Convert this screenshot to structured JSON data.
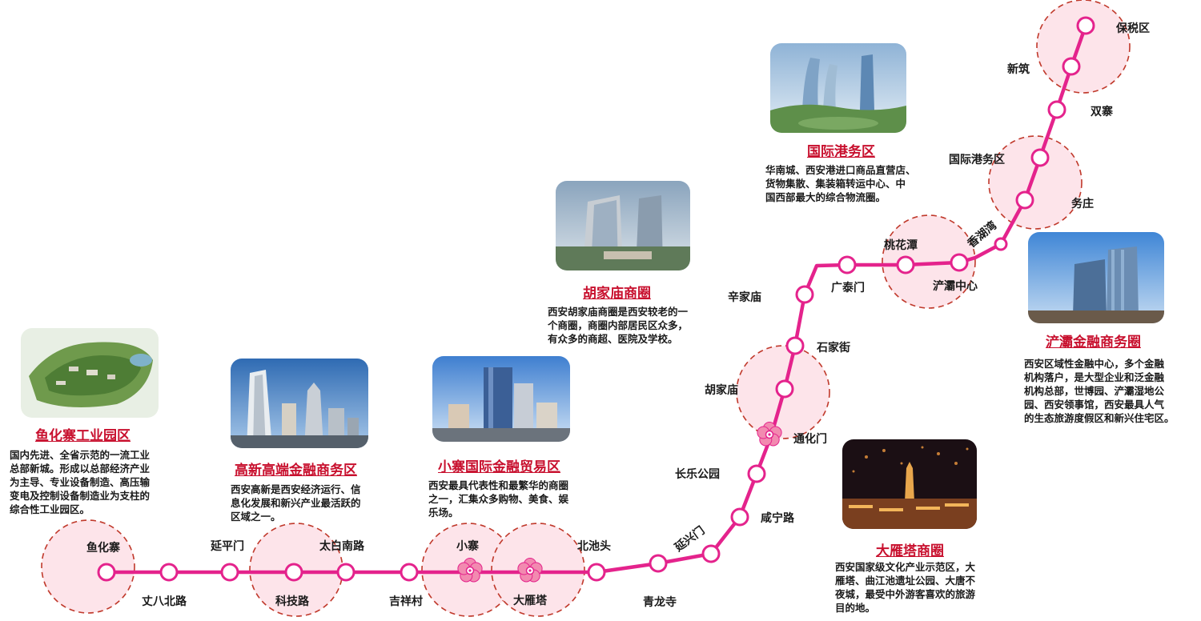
{
  "colors": {
    "line": "#e4238c",
    "station_fill": "#ffffff",
    "circle_fill": "#fde4ea",
    "circle_border": "#c0392b",
    "title_red": "#c8102e",
    "text": "#1a1a1a",
    "flower": "#f28ab0"
  },
  "stations": [
    {
      "id": "yuhuazhai",
      "name": "鱼化寨",
      "icon": "station-dot"
    },
    {
      "id": "zhangbabeilu",
      "name": "丈八北路",
      "icon": "station-dot"
    },
    {
      "id": "yanpingmen",
      "name": "延平门",
      "icon": "station-dot"
    },
    {
      "id": "kejilu",
      "name": "科技路",
      "icon": "station-dot"
    },
    {
      "id": "taibainanlu",
      "name": "太白南路",
      "icon": "station-dot"
    },
    {
      "id": "jixiangcun",
      "name": "吉祥村",
      "icon": "station-dot"
    },
    {
      "id": "xiaozhai",
      "name": "小寨",
      "icon": "transfer-flower-icon"
    },
    {
      "id": "dayanta",
      "name": "大雁塔",
      "icon": "transfer-flower-icon"
    },
    {
      "id": "beichitou",
      "name": "北池头",
      "icon": "station-dot"
    },
    {
      "id": "qinglongsi",
      "name": "青龙寺",
      "icon": "station-dot"
    },
    {
      "id": "yanxingmen",
      "name": "延兴门",
      "icon": "station-dot"
    },
    {
      "id": "xianninglu",
      "name": "咸宁路",
      "icon": "station-dot"
    },
    {
      "id": "changlegongyuan",
      "name": "长乐公园",
      "icon": "station-dot"
    },
    {
      "id": "tonghuamen",
      "name": "通化门",
      "icon": "transfer-flower-icon"
    },
    {
      "id": "hujiamiao",
      "name": "胡家庙",
      "icon": "station-dot"
    },
    {
      "id": "shijiajie",
      "name": "石家街",
      "icon": "station-dot"
    },
    {
      "id": "xinjiamiao",
      "name": "辛家庙",
      "icon": "station-dot"
    },
    {
      "id": "guangtaimen",
      "name": "广泰门",
      "icon": "station-dot"
    },
    {
      "id": "taohuatan",
      "name": "桃花潭",
      "icon": "station-dot"
    },
    {
      "id": "chanbazhongxin",
      "name": "浐灞中心",
      "icon": "station-dot"
    },
    {
      "id": "xianghuwan",
      "name": "香湖湾",
      "icon": "station-dot"
    },
    {
      "id": "wuzhuang",
      "name": "务庄",
      "icon": "station-dot"
    },
    {
      "id": "guojigangwuqu",
      "name": "国际港务区",
      "icon": "station-dot"
    },
    {
      "id": "shuangzhai",
      "name": "双寨",
      "icon": "station-dot"
    },
    {
      "id": "xinzhu",
      "name": "新筑",
      "icon": "station-dot"
    },
    {
      "id": "baoshuiqu",
      "name": "保税区",
      "icon": "station-dot"
    }
  ],
  "areas": [
    {
      "id": "yuhuazhai-park",
      "title": "鱼化寨工业园区",
      "desc": [
        "国内先进、全省示范的一流工业",
        "总部新城。形成以总部经济产业",
        "为主导、专业设备制造、高压输",
        "变电及控制设备制造业为支柱的",
        "综合性工业园区。"
      ],
      "photo": "industrial-park-aerial-photo"
    },
    {
      "id": "gaoxin",
      "title": "高新高端金融商务区",
      "desc": [
        "西安高新是西安经济运行、信",
        "息化发展和新兴产业最活跃的",
        "区域之一。"
      ],
      "photo": "high-tech-towers-photo"
    },
    {
      "id": "xiaozhai-trade",
      "title": "小寨国际金融贸易区",
      "desc": [
        "西安最具代表性和最繁华的商圈",
        "之一，汇集众多购物、美食、娱",
        "乐场。"
      ],
      "photo": "xiaozhai-towers-photo"
    },
    {
      "id": "hujiamiao-circle",
      "title": "胡家庙商圈",
      "desc": [
        "西安胡家庙商圈是西安较老的一",
        "个商圈，商圈内部居民区众多，",
        "有众多的商超、医院及学校。"
      ],
      "photo": "hujiamiao-building-photo"
    },
    {
      "id": "port",
      "title": "国际港务区",
      "desc": [
        "华南城、西安港进口商品直营店、",
        "货物集散、集装箱转运中心、中",
        "国西部最大的综合物流圈。"
      ],
      "photo": "port-district-towers-photo"
    },
    {
      "id": "dayanta-circle",
      "title": "大雁塔商圈",
      "desc": [
        "西安国家级文化产业示范区，大",
        "雁塔、曲江池遗址公园、大唐不",
        "夜城，最受中外游客喜欢的旅游",
        "目的地。"
      ],
      "photo": "dayanta-fireworks-photo"
    },
    {
      "id": "chanba-finance",
      "title": "浐灞金融商务圈",
      "desc": [
        "西安区域性金融中心，多个金融",
        "机构落户，是大型企业和泛金融",
        "机构总部，世博园、浐灞湿地公",
        "园、西安领事馆，西安最具人气",
        "的生态旅游度假区和新兴住宅区。"
      ],
      "photo": "chanba-glass-towers-photo"
    }
  ]
}
